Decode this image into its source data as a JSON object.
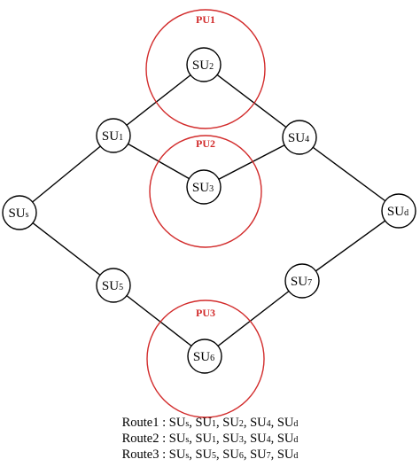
{
  "colors": {
    "primary_user": "#d22b2b",
    "edge": "#000000",
    "node": "#000000"
  },
  "primary_users": [
    {
      "id": "pu1",
      "label": "PU1"
    },
    {
      "id": "pu2",
      "label": "PU2"
    },
    {
      "id": "pu3",
      "label": "PU3"
    }
  ],
  "nodes": [
    {
      "id": "s",
      "base": "SU",
      "sub": "s"
    },
    {
      "id": "1",
      "base": "SU",
      "sub": "1"
    },
    {
      "id": "2",
      "base": "SU",
      "sub": "2"
    },
    {
      "id": "3",
      "base": "SU",
      "sub": "3"
    },
    {
      "id": "4",
      "base": "SU",
      "sub": "4"
    },
    {
      "id": "d",
      "base": "SU",
      "sub": "d"
    },
    {
      "id": "5",
      "base": "SU",
      "sub": "5"
    },
    {
      "id": "6",
      "base": "SU",
      "sub": "6"
    },
    {
      "id": "7",
      "base": "SU",
      "sub": "7"
    }
  ],
  "edges": [
    [
      "s",
      "1"
    ],
    [
      "1",
      "2"
    ],
    [
      "2",
      "4"
    ],
    [
      "1",
      "3"
    ],
    [
      "3",
      "4"
    ],
    [
      "4",
      "d"
    ],
    [
      "s",
      "5"
    ],
    [
      "5",
      "6"
    ],
    [
      "6",
      "7"
    ],
    [
      "7",
      "d"
    ]
  ],
  "routes": [
    {
      "name": "Route1",
      "path": [
        "s",
        "1",
        "2",
        "4",
        "d"
      ]
    },
    {
      "name": "Route2",
      "path": [
        "s",
        "1",
        "3",
        "4",
        "d"
      ]
    },
    {
      "name": "Route3",
      "path": [
        "s",
        "5",
        "6",
        "7",
        "d"
      ]
    }
  ]
}
